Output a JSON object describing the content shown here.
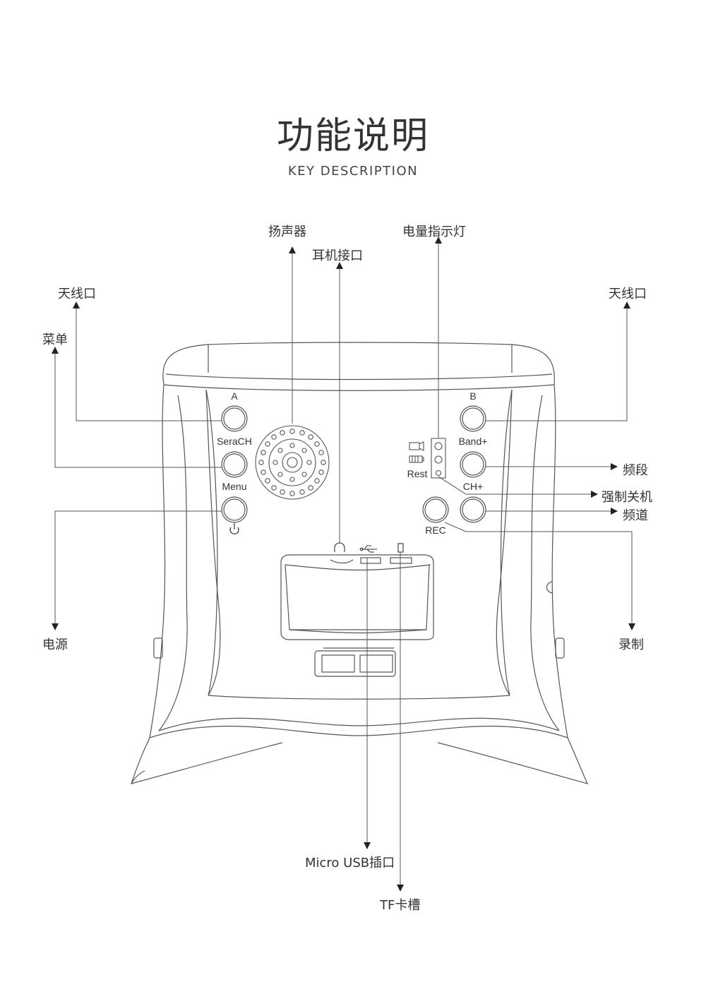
{
  "header": {
    "title": "功能说明",
    "subtitle": "KEY DESCRIPTION"
  },
  "callouts": {
    "speaker": "扬声器",
    "battery_indicator": "电量指示灯",
    "headphone_jack": "耳机接口",
    "antenna_left": "天线口",
    "antenna_right": "天线口",
    "menu": "菜单",
    "frequency_band": "频段",
    "force_shutdown": "强制关机",
    "channel": "频道",
    "power": "电源",
    "record": "录制",
    "micro_usb": "Micro USB插口",
    "tf_slot": "TF卡槽"
  },
  "device_labels": {
    "a": "A",
    "serach": "SeraCH",
    "menu": "Menu",
    "b": "B",
    "band_plus": "Band+",
    "ch_plus": "CH+",
    "rest": "Rest",
    "rec": "REC"
  },
  "colors": {
    "line": "#555555",
    "text": "#333333"
  }
}
